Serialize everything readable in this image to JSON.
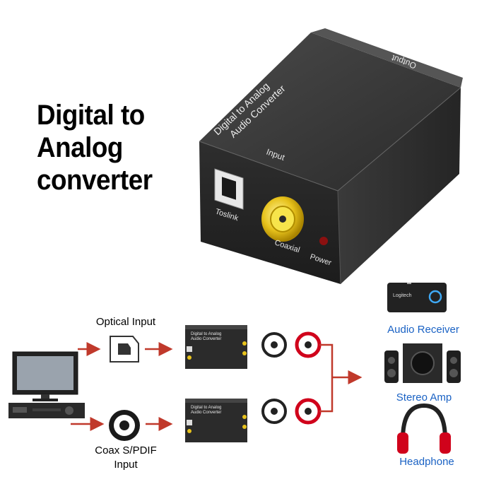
{
  "headline": {
    "line1": "Digital to",
    "line2": "Analog",
    "line3": "converter"
  },
  "product": {
    "title_line1": "Digital to Analog",
    "title_line2": "Audio Converter",
    "input_label": "Input",
    "output_label": "Output",
    "toslink_label": "Toslink",
    "coaxial_label": "Coaxial",
    "power_label": "Power"
  },
  "diagram": {
    "optical_input": "Optical Input",
    "coax_line1": "Coax S/PDIF",
    "coax_line2": "Input",
    "audio_receiver": "Audio Receiver",
    "stereo_amp": "Stereo Amp",
    "headphone": "Headphone",
    "mini_title_line1": "Digital to Analog",
    "mini_title_line2": "Audio Converter",
    "receiver_brand": "Logitech"
  },
  "colors": {
    "arrow": "#c0392b",
    "label_blue": "#1a62c4",
    "box": "#2b2b2b"
  }
}
